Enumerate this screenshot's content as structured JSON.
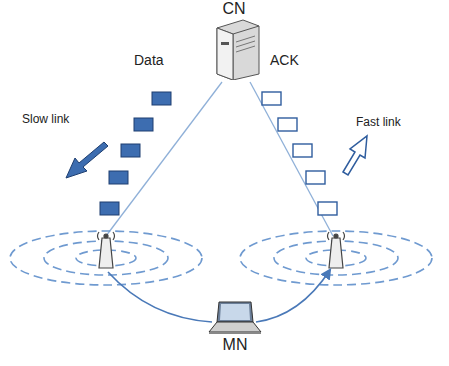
{
  "diagram": {
    "nodes": [
      {
        "text": [
          "CN"
        ]
      },
      {
        "text": [
          "MN"
        ]
      }
    ],
    "labels": [
      "Data",
      "ACK",
      "Slow link",
      "Fast link"
    ]
  }
}
